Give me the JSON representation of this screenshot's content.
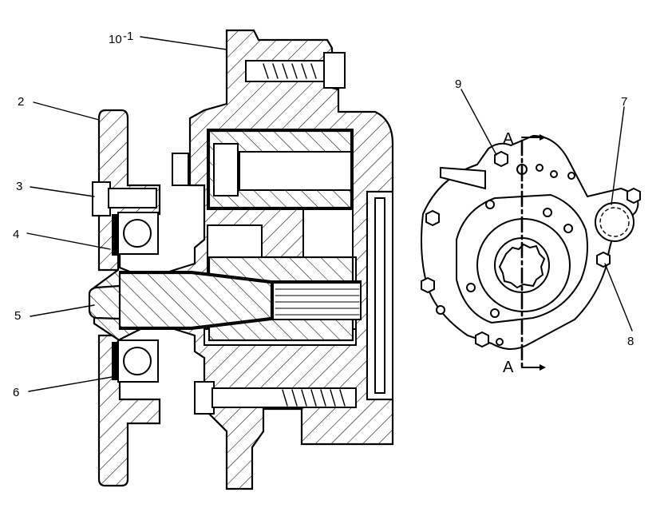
{
  "callouts": {
    "c10": "10",
    "c10_suffix": "-1",
    "c2": "2",
    "c3": "3",
    "c4": "4",
    "c5": "5",
    "c6": "6",
    "c7": "7",
    "c8": "8",
    "c9": "9"
  },
  "section_marks": {
    "top": "A",
    "bottom": "A"
  }
}
